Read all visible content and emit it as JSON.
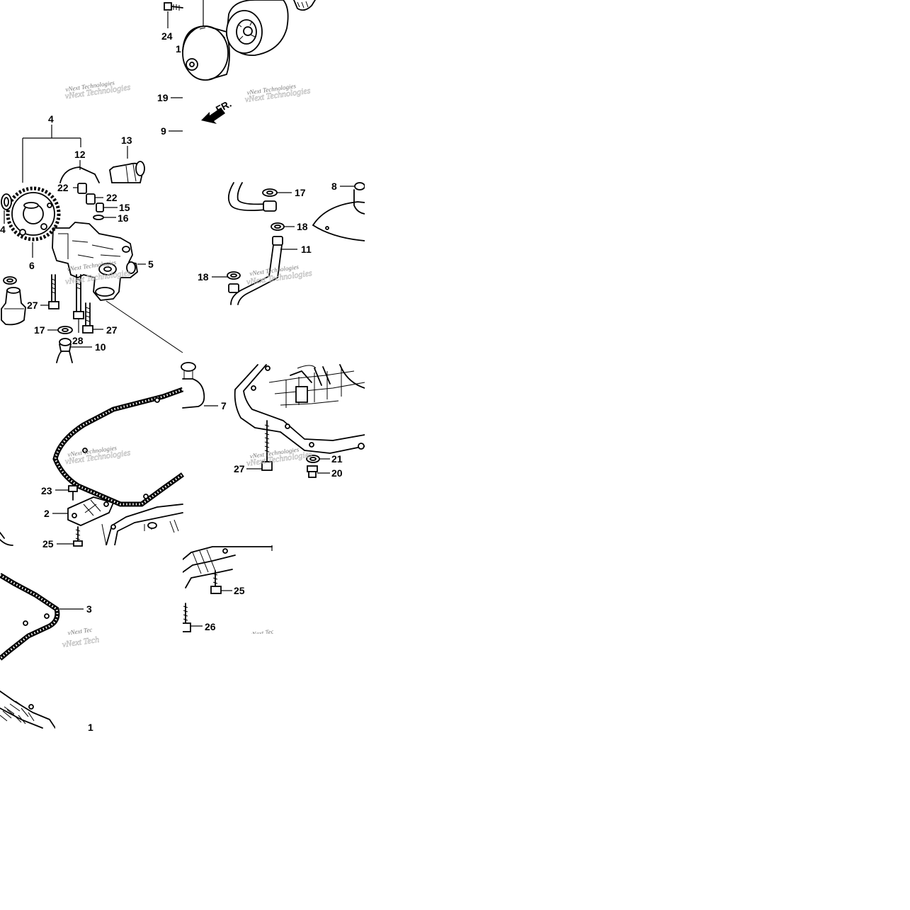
{
  "callouts": [
    {
      "id": "c24a",
      "text": "24"
    },
    {
      "id": "c1a",
      "text": "1"
    },
    {
      "id": "c19",
      "text": "19"
    },
    {
      "id": "c9",
      "text": "9"
    },
    {
      "id": "c4a",
      "text": "4"
    },
    {
      "id": "c12",
      "text": "12"
    },
    {
      "id": "c13",
      "text": "13"
    },
    {
      "id": "c22a",
      "text": "22"
    },
    {
      "id": "c22b",
      "text": "22"
    },
    {
      "id": "c15",
      "text": "15"
    },
    {
      "id": "c16",
      "text": "16"
    },
    {
      "id": "c4b",
      "text": "4"
    },
    {
      "id": "c5",
      "text": "5"
    },
    {
      "id": "c6",
      "text": "6"
    },
    {
      "id": "c27a",
      "text": "27"
    },
    {
      "id": "c17a",
      "text": "17"
    },
    {
      "id": "c28",
      "text": "28"
    },
    {
      "id": "c27b",
      "text": "27"
    },
    {
      "id": "c10",
      "text": "10"
    },
    {
      "id": "c17b",
      "text": "17"
    },
    {
      "id": "c8",
      "text": "8"
    },
    {
      "id": "c18a",
      "text": "18"
    },
    {
      "id": "c11",
      "text": "11"
    },
    {
      "id": "c18b",
      "text": "18"
    },
    {
      "id": "c7",
      "text": "7"
    },
    {
      "id": "c21",
      "text": "21"
    },
    {
      "id": "c27c",
      "text": "27"
    },
    {
      "id": "c20",
      "text": "20"
    },
    {
      "id": "c23",
      "text": "23"
    },
    {
      "id": "c2",
      "text": "2"
    },
    {
      "id": "c25a",
      "text": "25"
    },
    {
      "id": "c3",
      "text": "3"
    },
    {
      "id": "c25b",
      "text": "25"
    },
    {
      "id": "c26",
      "text": "26"
    },
    {
      "id": "c1b",
      "text": "1"
    }
  ],
  "front_arrow": {
    "label": "FR."
  },
  "watermark": {
    "text": "vNext Technologies",
    "text_cut": "vNext Tec",
    "text_cut2": "vNext Tech"
  }
}
